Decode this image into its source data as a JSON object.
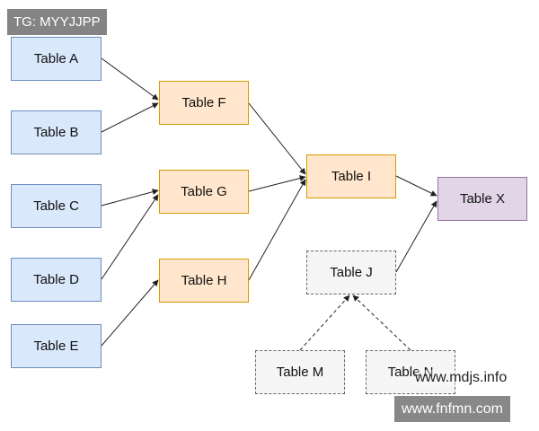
{
  "nodes": {
    "table_a": "Table A",
    "table_b": "Table B",
    "table_c": "Table C",
    "table_d": "Table D",
    "table_e": "Table E",
    "table_f": "Table F",
    "table_g": "Table G",
    "table_h": "Table H",
    "table_i": "Table I",
    "table_x": "Table X",
    "table_j": "Table J",
    "table_m": "Table M",
    "table_n": "Table N"
  },
  "edges": [
    {
      "from": "Table A",
      "to": "Table F",
      "style": "solid"
    },
    {
      "from": "Table B",
      "to": "Table F",
      "style": "solid"
    },
    {
      "from": "Table C",
      "to": "Table G",
      "style": "solid"
    },
    {
      "from": "Table D",
      "to": "Table G",
      "style": "solid"
    },
    {
      "from": "Table E",
      "to": "Table H",
      "style": "solid"
    },
    {
      "from": "Table F",
      "to": "Table I",
      "style": "solid"
    },
    {
      "from": "Table G",
      "to": "Table I",
      "style": "solid"
    },
    {
      "from": "Table H",
      "to": "Table I",
      "style": "solid"
    },
    {
      "from": "Table I",
      "to": "Table X",
      "style": "solid"
    },
    {
      "from": "Table J",
      "to": "Table X",
      "style": "solid"
    },
    {
      "from": "Table M",
      "to": "Table J",
      "style": "dashed"
    },
    {
      "from": "Table N",
      "to": "Table J",
      "style": "dashed"
    }
  ],
  "colors": {
    "source_fill": "#dae8fc",
    "source_border": "#6c8ebf",
    "intermediate_fill": "#ffe6cc",
    "intermediate_border": "#d79b00",
    "target_fill": "#e1d5e7",
    "target_border": "#9673a6",
    "dashed_fill": "#f5f5f5",
    "dashed_border": "#666666",
    "edge": "#222222"
  },
  "watermarks": {
    "top_left": "TG: MYYJJPP",
    "middle_right": "www.mdjs.info",
    "bottom_right": "www.fnfmn.com"
  }
}
